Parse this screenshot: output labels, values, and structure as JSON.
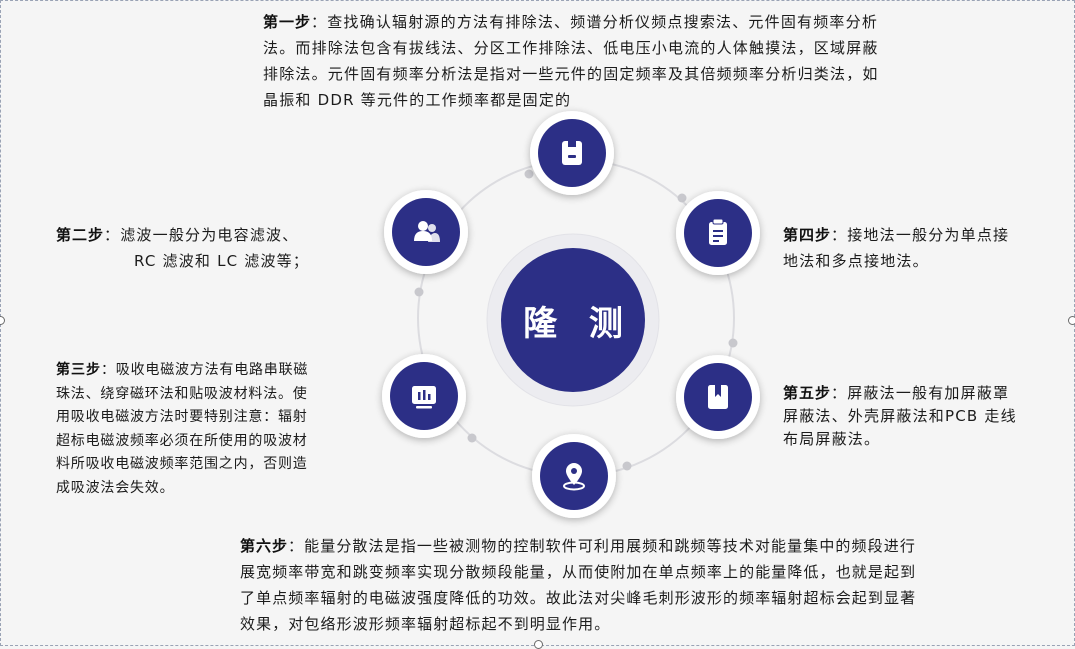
{
  "center": {
    "label": "隆 测"
  },
  "steps": [
    {
      "id": "step1",
      "title": "第一步",
      "lines": [
        "：查找确认辐射源的方法有排除法、频谱分析仪频点搜索法、元件固有频率分析",
        "法。而排除法包含有拔线法、分区工作排除法、低电压小电流的人体触摸法，区域屏蔽",
        "排除法。元件固有频率分析法是指对一些元件的固定频率及其倍频频率分析归类法，如",
        "晶振和 DDR 等元件的工作频率都是固定的"
      ],
      "icon": "tag-icon"
    },
    {
      "id": "step2",
      "title": "第二步",
      "lines": [
        "：滤波一般分为电容滤波、",
        "RC 滤波和 LC 滤波等；"
      ],
      "icon": "users-icon"
    },
    {
      "id": "step3",
      "title": "第三步",
      "lines": [
        "：吸收电磁波方法有电路串联磁",
        "珠法、绕穿磁环法和贴吸波材料法。使",
        "用吸收电磁波方法时要特别注意：辐射",
        "超标电磁波频率必须在所使用的吸波材",
        "料所吸收电磁波频率范围之内，否则造",
        "成吸波法会失效。"
      ],
      "icon": "chart-board-icon"
    },
    {
      "id": "step4",
      "title": "第四步",
      "lines": [
        "：接地法一般分为单点接",
        "地法和多点接地法。"
      ],
      "icon": "clipboard-icon"
    },
    {
      "id": "step5",
      "title": "第五步",
      "lines": [
        "：屏蔽法一般有加屏蔽罩",
        "屏蔽法、外壳屏蔽法和PCB 走线",
        "布局屏蔽法。"
      ],
      "icon": "bookmark-icon"
    },
    {
      "id": "step6",
      "title": "第六步",
      "lines": [
        "：能量分散法是指一些被测物的控制软件可利用展频和跳频等技术对能量集中的频段进行",
        "展宽频率带宽和跳变频率实现分散频段能量，从而使附加在单点频率上的能量降低，也就是起到",
        "了单点频率辐射的电磁波强度降低的功效。故此法对尖峰毛刺形波形的频率辐射超标会起到显著",
        "效果，对包络形波形频率辐射超标起不到明显作用。"
      ],
      "icon": "location-pin-icon"
    }
  ],
  "colors": {
    "node": "#2c2f86",
    "node_ring": "#ffffff",
    "orbit": "#d9d9dd",
    "dot": "#c7c7cc",
    "background": "#f5f5f5",
    "icon": "#ffffff"
  }
}
